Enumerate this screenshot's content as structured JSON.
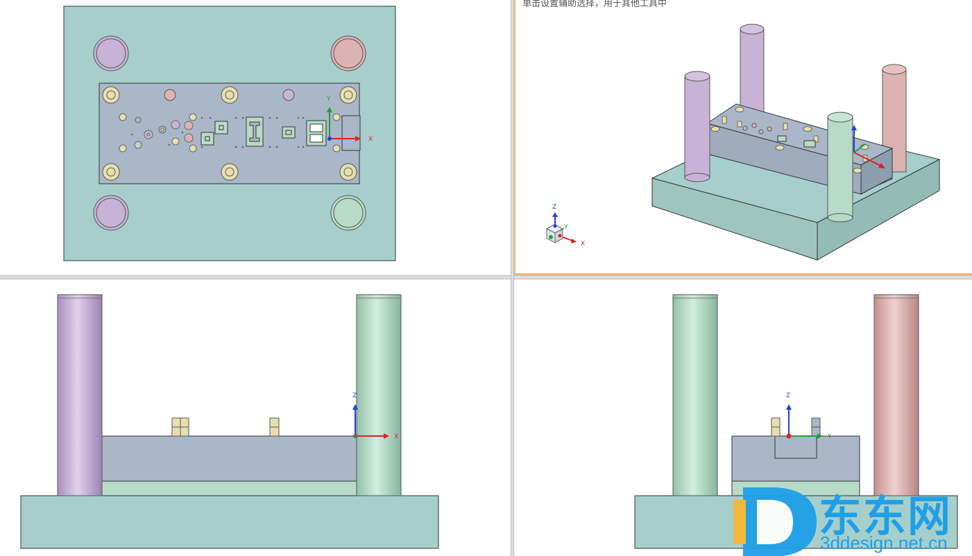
{
  "viewports": {
    "top": {
      "name": "top-view",
      "axis": {
        "x": "X",
        "y": "Y"
      }
    },
    "iso": {
      "name": "isometric-view",
      "hint": "单击设置辅助选择，用于其他工具中",
      "axis": {
        "x": "X",
        "y": "Y",
        "z": "Z"
      }
    },
    "front": {
      "name": "front-view",
      "axis": {
        "x": "X",
        "z": "Z"
      }
    },
    "side": {
      "name": "side-view",
      "axis": {
        "y": "Y",
        "z": "Z"
      }
    }
  },
  "colors": {
    "plate": "#a6cfcb",
    "stripper": "#a9b7c8",
    "pin_purple": "#c8b3d6",
    "pin_pink": "#dcb3b2",
    "pin_green": "#b7dbc7",
    "bolt": "#e8dfb0",
    "active_border": "#f0b878",
    "watermark": "#1f9fe8"
  },
  "watermark": {
    "brand": "东东网",
    "url": "3ddesign.net.cn"
  }
}
